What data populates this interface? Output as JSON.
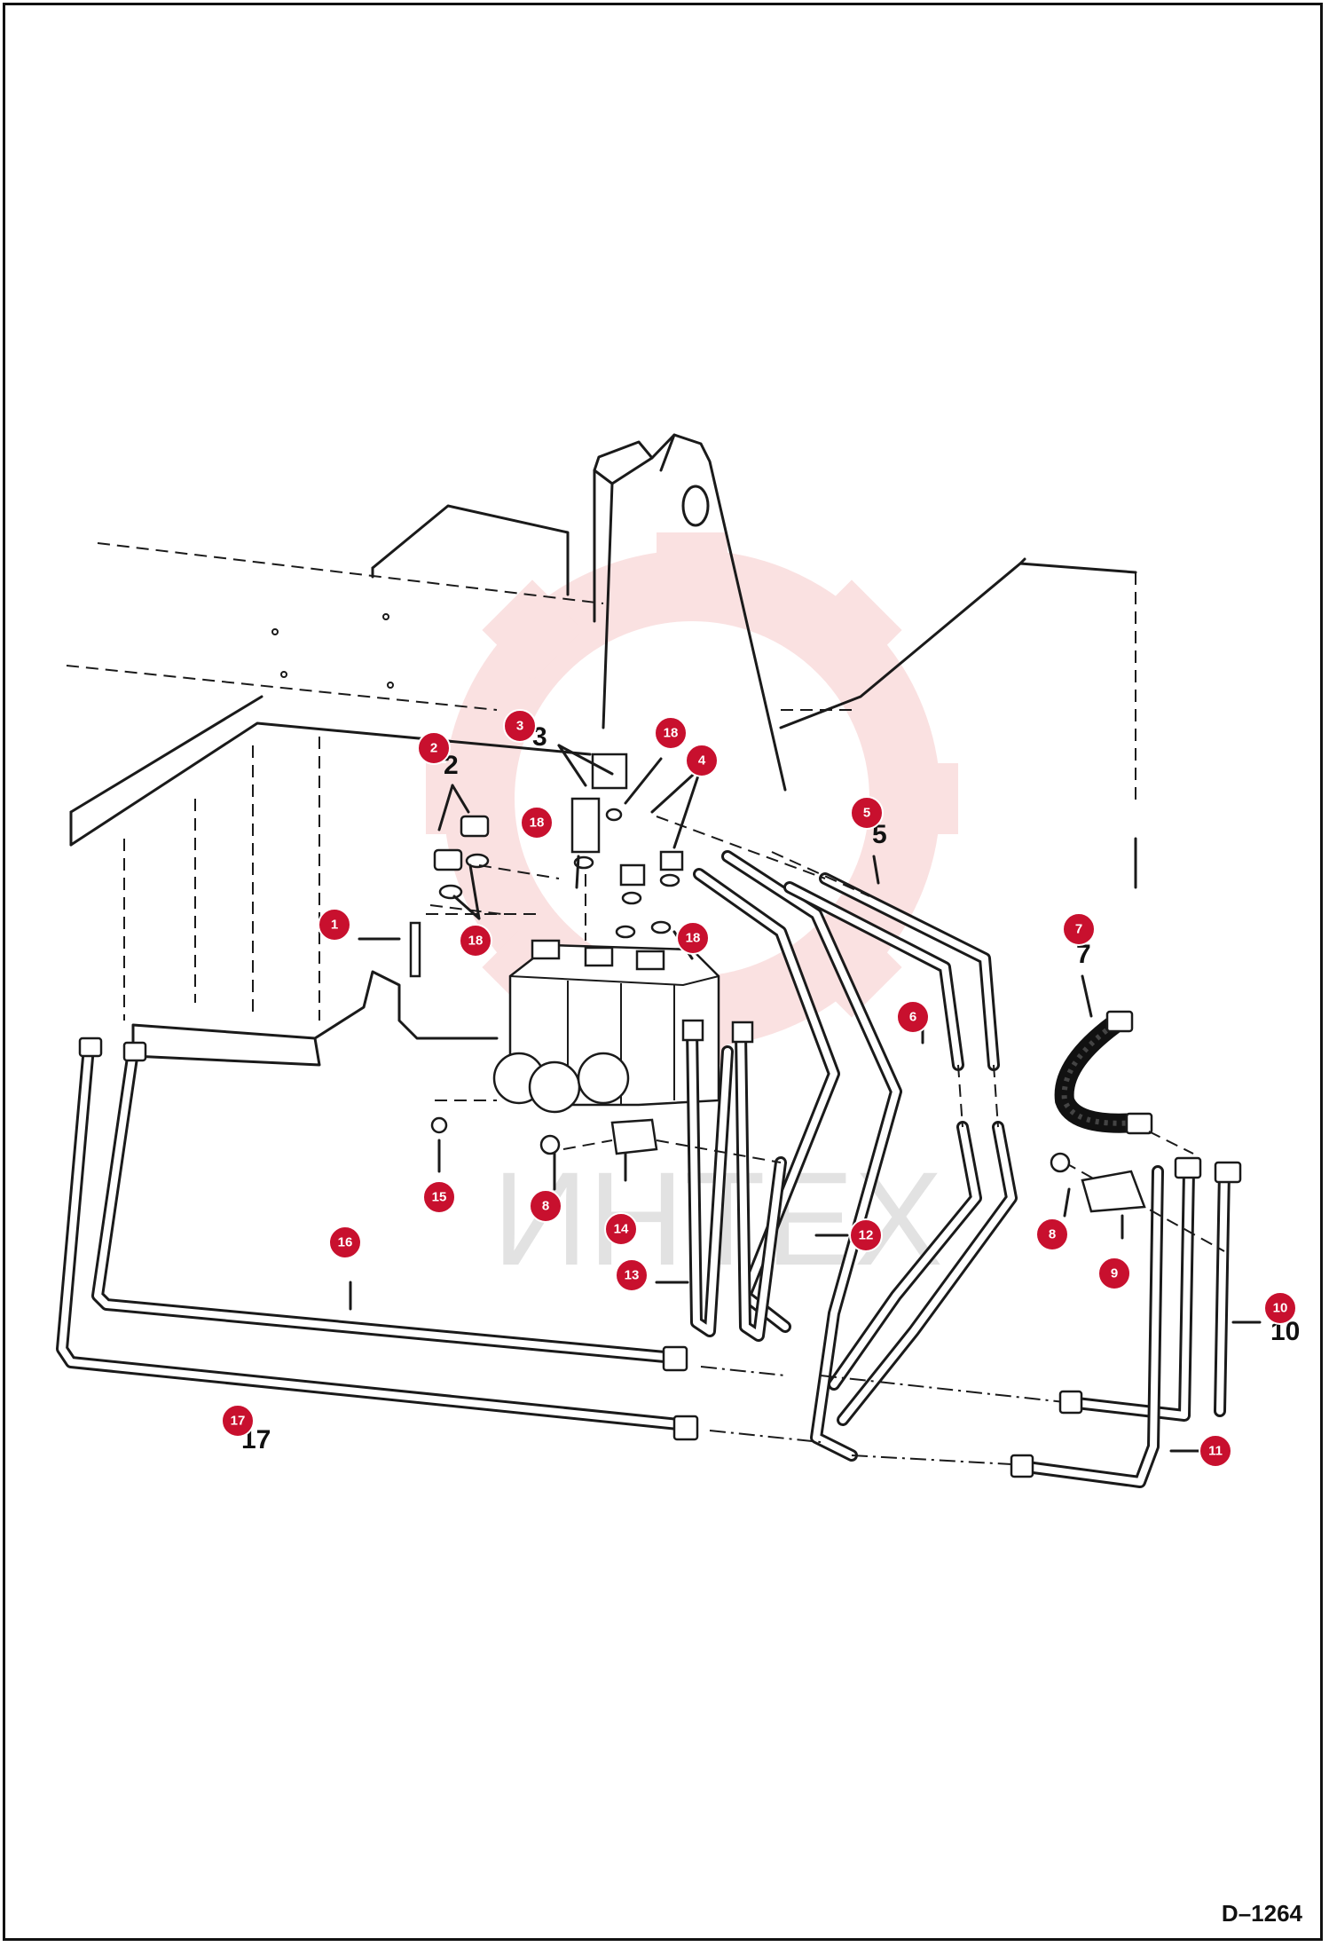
{
  "drawing_ref": "D–1264",
  "watermark": "ИНТЕХ",
  "colors": {
    "callout": "#c8102e",
    "line": "#1a1a1a",
    "watermark_gear": "#f6c9c9"
  },
  "callouts": [
    {
      "id": "c1",
      "label": "1"
    },
    {
      "id": "c2",
      "label": "2"
    },
    {
      "id": "c3",
      "label": "3"
    },
    {
      "id": "c18a",
      "label": "18"
    },
    {
      "id": "c4",
      "label": "4"
    },
    {
      "id": "c18b",
      "label": "18"
    },
    {
      "id": "c5",
      "label": "5"
    },
    {
      "id": "c18c",
      "label": "18"
    },
    {
      "id": "c18d",
      "label": "18"
    },
    {
      "id": "c6",
      "label": "6"
    },
    {
      "id": "c7",
      "label": "7"
    },
    {
      "id": "c8a",
      "label": "8"
    },
    {
      "id": "c8b",
      "label": "8"
    },
    {
      "id": "c9",
      "label": "9"
    },
    {
      "id": "c10",
      "label": "10"
    },
    {
      "id": "c11",
      "label": "11"
    },
    {
      "id": "c12",
      "label": "12"
    },
    {
      "id": "c13",
      "label": "13"
    },
    {
      "id": "c14",
      "label": "14"
    },
    {
      "id": "c15",
      "label": "15"
    },
    {
      "id": "c16",
      "label": "16"
    },
    {
      "id": "c17",
      "label": "17"
    }
  ],
  "printed_numbers": {
    "n2": "2",
    "n3": "3",
    "n5": "5",
    "n7": "7",
    "n10": "10",
    "n17": "17"
  }
}
